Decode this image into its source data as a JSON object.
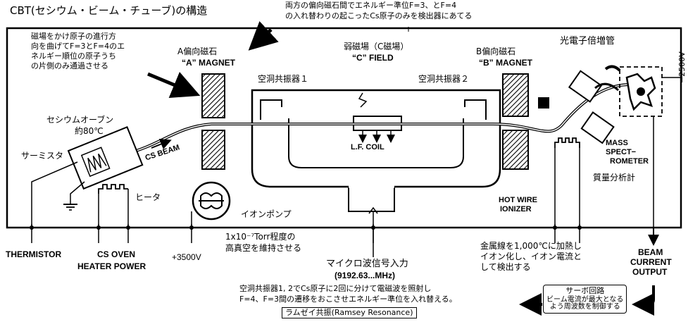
{
  "title": "CBT(セシウム・ビーム・チューブ)の構造",
  "top_note": [
    "両方の偏向磁石間でエネルギー準位F=3、とF=4",
    "の入れ替わりの起こったCs原子のみを検出器にあてる"
  ],
  "left_note": [
    "磁場をかけ原子の進行方",
    "向を曲げてF=3とF=4のエ",
    "ネルギー順位の原子うち",
    "の片側のみ通過させる"
  ],
  "a_magnet": {
    "jp": "A偏向磁石",
    "en": "“A” MAGNET"
  },
  "c_field": {
    "jp": "弱磁場（C磁場）",
    "en": "“C” FIELD"
  },
  "b_magnet": {
    "jp": "B偏向磁石",
    "en": "“B” MAGNET"
  },
  "cavity1": "空洞共振器１",
  "cavity2": "空洞共振器２",
  "lf_coil": "L.F. COIL",
  "pmt": "光電子倍増管",
  "voltage_neg": "−2500V",
  "mass_spec": [
    "MASS",
    "SPECT−",
    "ROMETER"
  ],
  "mass_spec_jp": "質量分析計",
  "cs_oven": {
    "jp": "セシウムオーブン",
    "temp": "約80℃"
  },
  "thermistor_jp": "サーミスタ",
  "heater_jp": "ヒータ",
  "cs_beam": "CS BEAM",
  "hot_wire": [
    "HOT WIRE",
    "IONIZER"
  ],
  "ion_pump": "イオンポンプ",
  "vacuum": [
    "1x10⁻⁷Torr程度の",
    "高真空を維持させる"
  ],
  "microwave": {
    "jp": "マイクロ波信号入力",
    "freq": "(9192.63...MHz)"
  },
  "ionizer_note": [
    "金属線を1,000℃に加熱し",
    "イオン化し、イオン電流と",
    "して検出する"
  ],
  "bottom_labels": {
    "thermistor": "THERMISTOR",
    "cs_oven": "CS OVEN",
    "heater_power": "HEATER POWER",
    "plus_voltage": "+3500V",
    "beam_current": [
      "BEAM",
      "CURRENT",
      "OUTPUT"
    ]
  },
  "cavity_note": [
    "空洞共振器1, 2でCs原子に2回に分けて電磁波を照射し",
    "F=4、F=3間の遷移をおこさせエネルギー準位を入れ替える。"
  ],
  "ramsey": "ラムゼイ共振(Ramsey Resonance)",
  "servo": {
    "title": "サーボ回路",
    "body": [
      "ビーム電流が最大となる",
      "よう周波数を制御する"
    ]
  }
}
